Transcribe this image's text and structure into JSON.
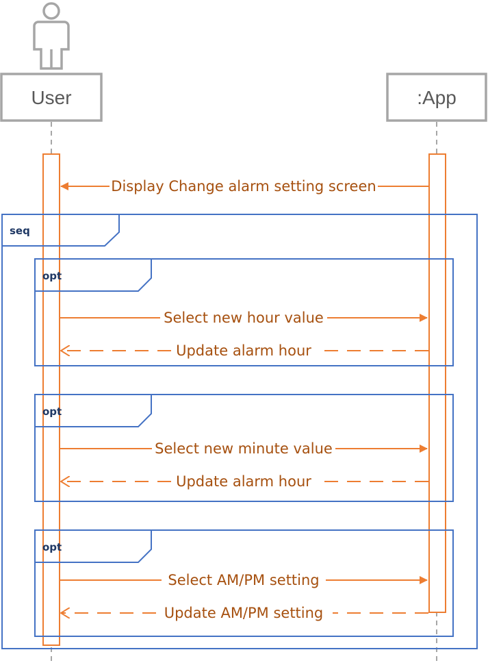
{
  "colors": {
    "lifeline_box": "#a6a6a6",
    "lifeline_text": "#595959",
    "message": "#ed7d31",
    "message_text": "#a6500f",
    "frame": "#4472c4",
    "frame_label": "#1f3864"
  },
  "icons": {
    "actor": "stick-person-icon"
  },
  "lifelines": {
    "user": "User",
    "app": ":App"
  },
  "messages": {
    "display": "Display Change alarm setting screen",
    "select_hour": "Select new hour value",
    "update_hour": "Update alarm hour",
    "select_minute": "Select new minute value",
    "update_minute": "Update alarm hour",
    "select_ampm": "Select AM/PM setting",
    "update_ampm": "Update AM/PM setting"
  },
  "frames": {
    "seq": "seq",
    "opt1": "opt",
    "opt2": "opt",
    "opt3": "opt"
  }
}
